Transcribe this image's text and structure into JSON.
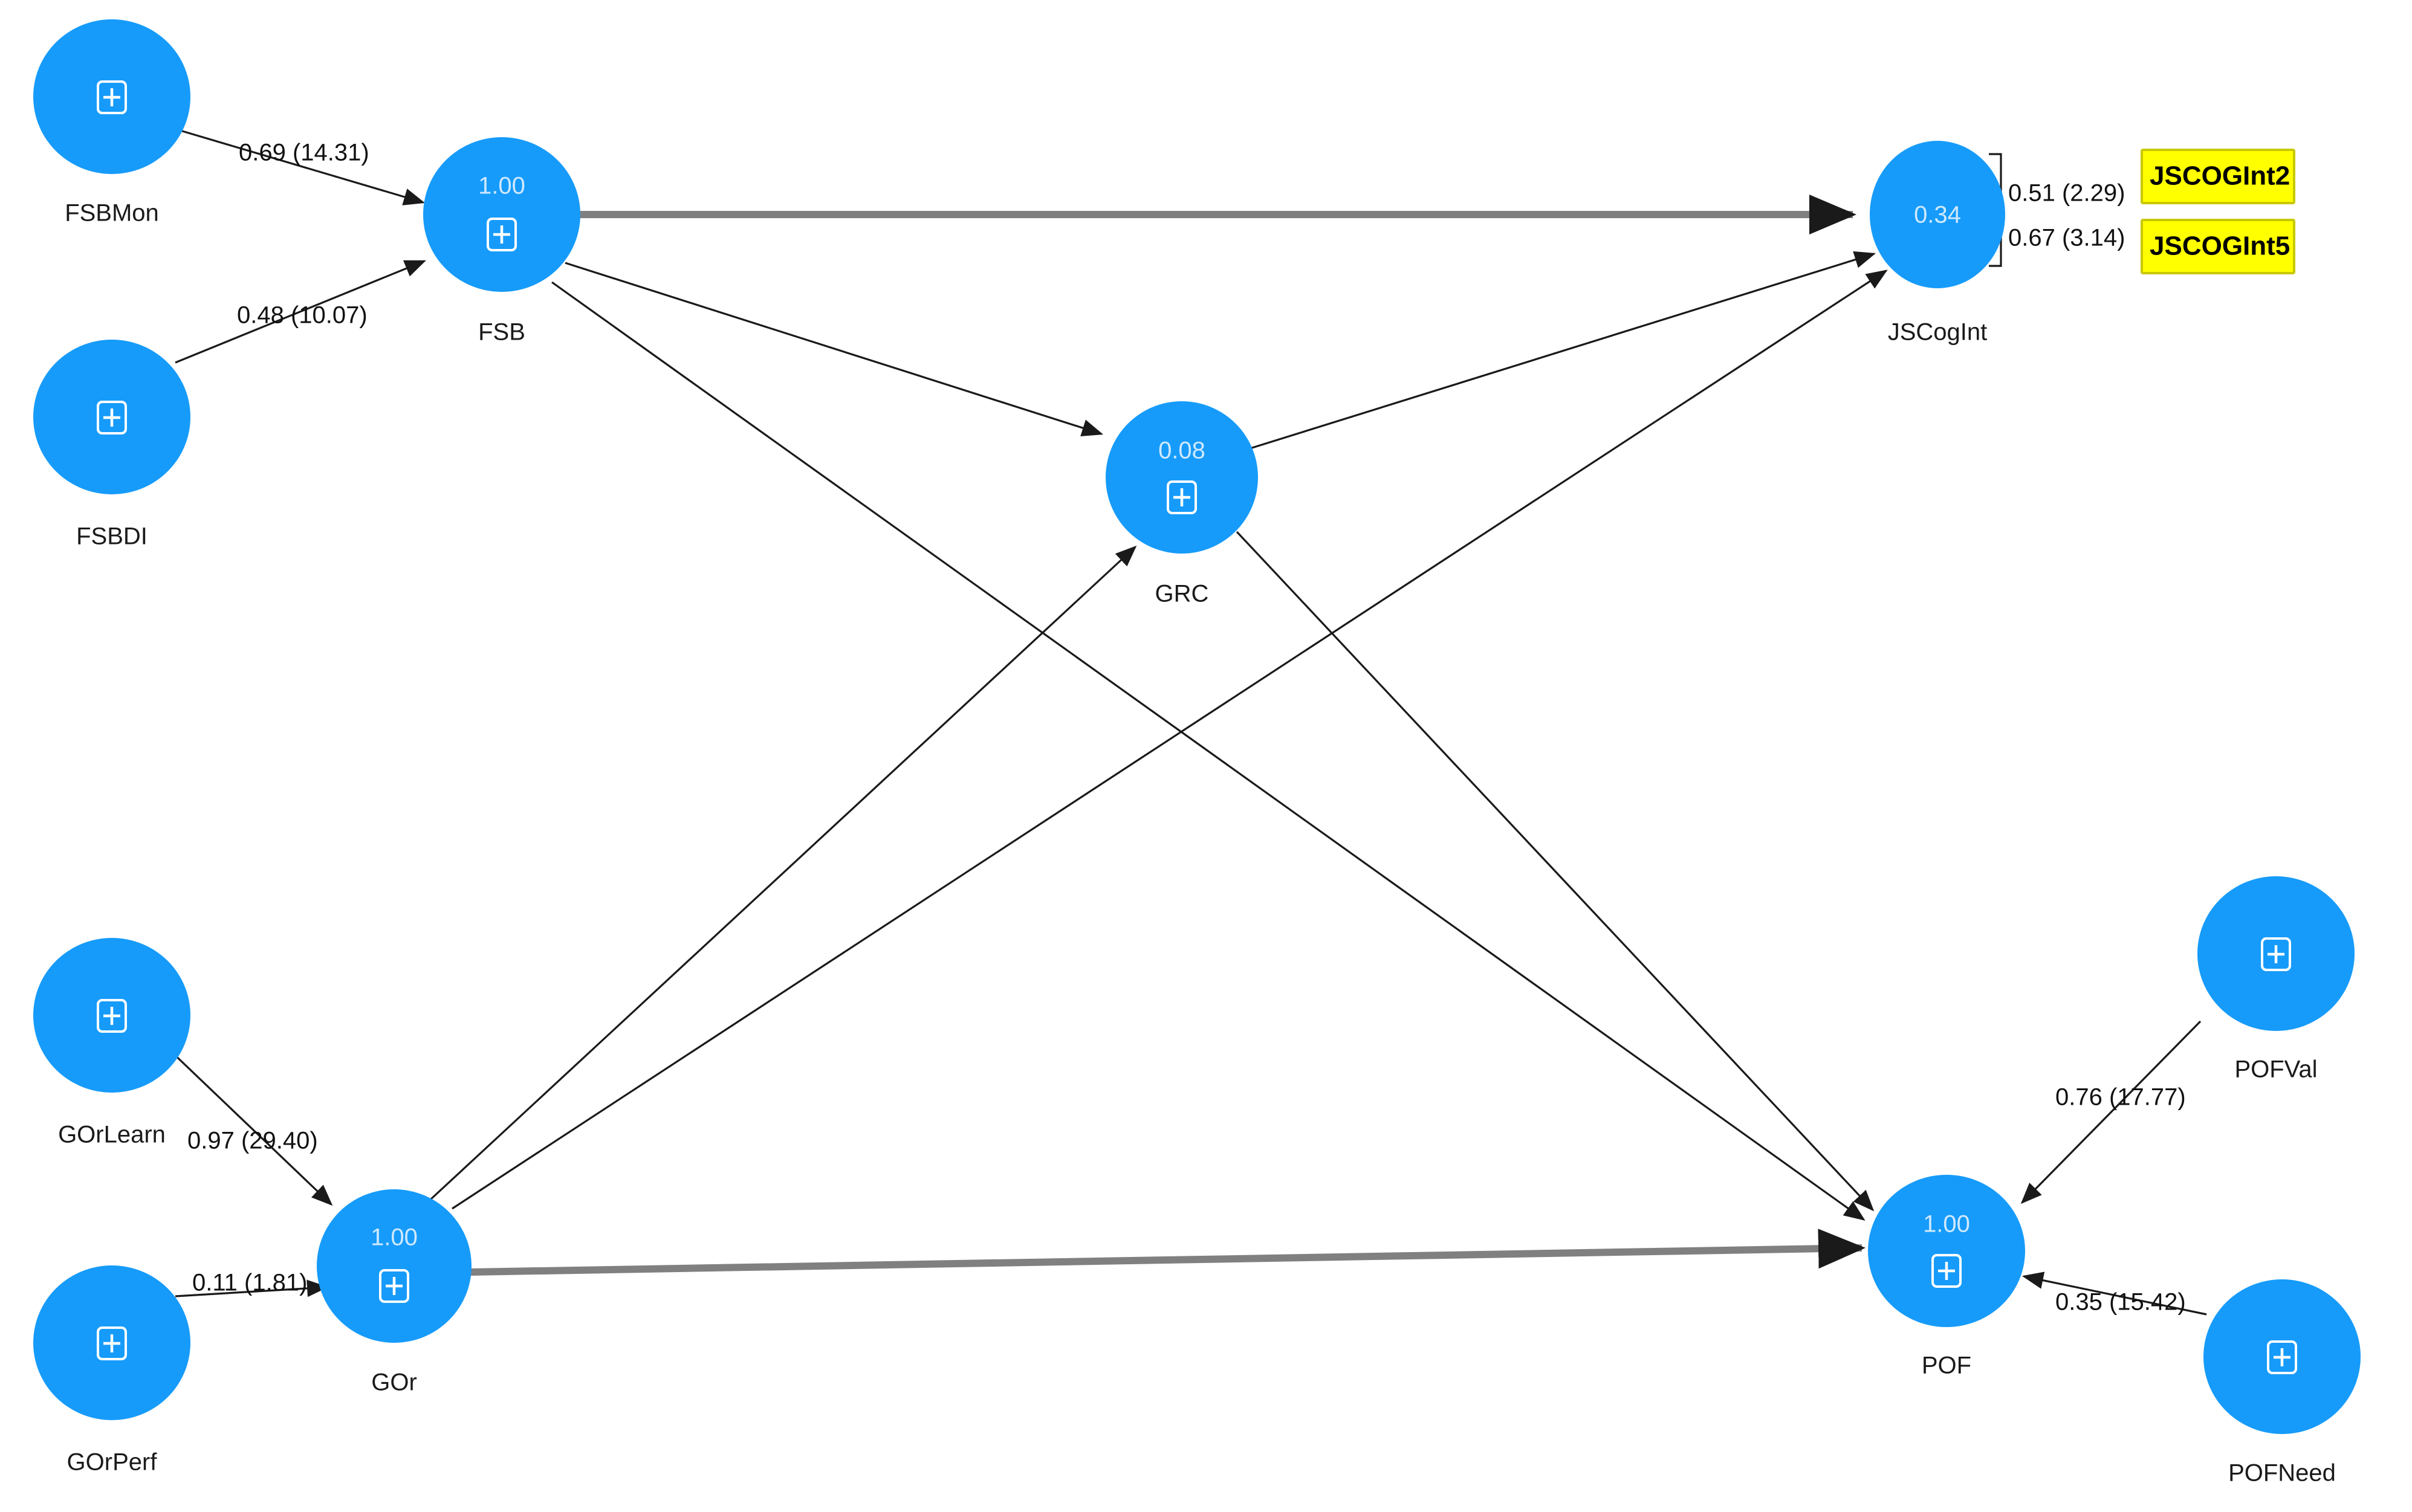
{
  "diagram": {
    "title": "SEM Path Diagram",
    "background_color": "#ffffff",
    "node_color": "#169bfa",
    "indicator_highlight_color": "#ffff00",
    "edge_color": "#1a1a1a",
    "thick_edge_color": "#808080"
  },
  "nodes": {
    "fsbmon": {
      "caption": "FSBMon",
      "value": "",
      "icon": "plus-icon"
    },
    "fsbdi": {
      "caption": "FSBDI",
      "value": "",
      "icon": "plus-icon"
    },
    "fsb": {
      "caption": "FSB",
      "value": "1.00",
      "icon": "plus-icon"
    },
    "grc": {
      "caption": "GRC",
      "value": "0.08",
      "icon": "plus-icon"
    },
    "jscogint": {
      "caption": "JSCogInt",
      "value": "0.34",
      "icon": "none"
    },
    "gorlearn": {
      "caption": "GOrLearn",
      "value": "",
      "icon": "plus-icon"
    },
    "gorperf": {
      "caption": "GOrPerf",
      "value": "",
      "icon": "plus-icon"
    },
    "gor": {
      "caption": "GOr",
      "value": "1.00",
      "icon": "plus-icon"
    },
    "pof": {
      "caption": "POF",
      "value": "1.00",
      "icon": "plus-icon"
    },
    "pofval": {
      "caption": "POFVal",
      "value": "",
      "icon": "plus-icon"
    },
    "pofneed": {
      "caption": "POFNeed",
      "value": "",
      "icon": "plus-icon"
    }
  },
  "indicators": [
    {
      "key": "jscogint2",
      "label": "JSCOGInt2",
      "loading": "0.51 (2.29)"
    },
    {
      "key": "jscogint5",
      "label": "JSCOGInt5",
      "loading": "0.67 (3.14)"
    }
  ],
  "edge_labels": {
    "fsbmon_fsb": "0.69 (14.31)",
    "fsbdi_fsb": "0.48 (10.07)",
    "gorlearn_gor": "0.97 (29.40)",
    "gorperf_gor": "0.11 (1.81)",
    "pofval_pof": "0.76 (17.77)",
    "pofneed_pof": "0.35 (15.42)",
    "jscogint_ind2": "0.51 (2.29)",
    "jscogint_ind5": "0.67 (3.14)"
  },
  "chart_data": {
    "type": "diagram",
    "subtype": "sem-path-model",
    "title": "Structural Equation Model Path Diagram",
    "latent_constructs": [
      {
        "name": "FSB",
        "r_squared": "1.00"
      },
      {
        "name": "GRC",
        "r_squared": "0.08"
      },
      {
        "name": "JSCogInt",
        "r_squared": "0.34"
      },
      {
        "name": "GOr",
        "r_squared": "1.00"
      },
      {
        "name": "POF",
        "r_squared": "1.00"
      }
    ],
    "measurement_indicators": [
      {
        "from": "FSBMon",
        "to": "FSB",
        "estimate": 0.69,
        "t_value": 14.31,
        "label": "0.69 (14.31)"
      },
      {
        "from": "FSBDI",
        "to": "FSB",
        "estimate": 0.48,
        "t_value": 10.07,
        "label": "0.48 (10.07)"
      },
      {
        "from": "GOrLearn",
        "to": "GOr",
        "estimate": 0.97,
        "t_value": 29.4,
        "label": "0.97 (29.40)"
      },
      {
        "from": "GOrPerf",
        "to": "GOr",
        "estimate": 0.11,
        "t_value": 1.81,
        "label": "0.11 (1.81)"
      },
      {
        "from": "POFVal",
        "to": "POF",
        "estimate": 0.76,
        "t_value": 17.77,
        "label": "0.76 (17.77)"
      },
      {
        "from": "POFNeed",
        "to": "POF",
        "estimate": 0.35,
        "t_value": 15.42,
        "label": "0.35 (15.42)"
      },
      {
        "from": "JSCogInt",
        "to": "JSCOGInt2",
        "estimate": 0.51,
        "t_value": 2.29,
        "label": "0.51 (2.29)"
      },
      {
        "from": "JSCogInt",
        "to": "JSCOGInt5",
        "estimate": 0.67,
        "t_value": 3.14,
        "label": "0.67 (3.14)"
      }
    ],
    "structural_paths": [
      {
        "from": "FSB",
        "to": "JSCogInt",
        "style": "thick-gray"
      },
      {
        "from": "FSB",
        "to": "GRC",
        "style": "thin"
      },
      {
        "from": "FSB",
        "to": "POF",
        "style": "thin"
      },
      {
        "from": "GOr",
        "to": "GRC",
        "style": "thin"
      },
      {
        "from": "GOr",
        "to": "JSCogInt",
        "style": "thin"
      },
      {
        "from": "GOr",
        "to": "POF",
        "style": "thick-gray"
      },
      {
        "from": "GRC",
        "to": "JSCogInt",
        "style": "thin"
      },
      {
        "from": "GRC",
        "to": "POF",
        "style": "thin"
      }
    ]
  }
}
